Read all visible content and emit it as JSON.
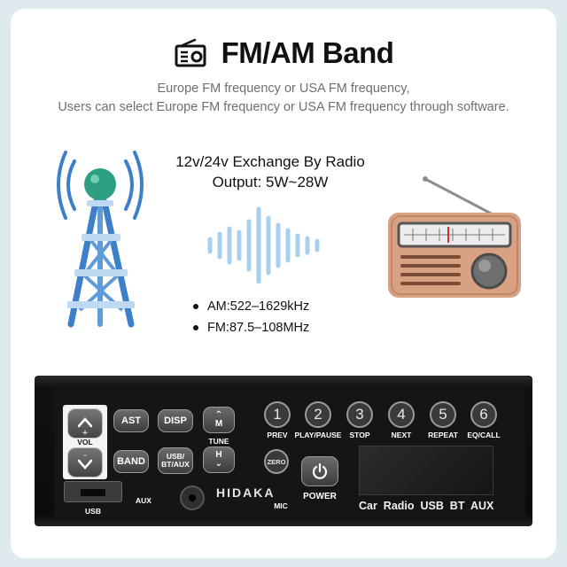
{
  "header": {
    "icon": "radio-icon",
    "title": "FM/AM Band"
  },
  "subtitle": {
    "line1": "Europe FM frequency or USA FM frequency,",
    "line2": "Users can select Europe FM frequency or USA FM frequency through software."
  },
  "specs": {
    "line1": "12v/24v Exchange By Radio",
    "line2": "Output: 5W~28W"
  },
  "bands": [
    "AM:522–1629kHz",
    "FM:87.5–108MHz"
  ],
  "unit": {
    "vol_label": "VOL",
    "ast_label": "AST",
    "disp_label": "DISP",
    "band_label": "BAND",
    "usb_bt_aux_label_1": "USB/",
    "usb_bt_aux_label_2": "BT/AUX",
    "tune_label": "TUNE",
    "m_label": "M",
    "h_label": "H",
    "usb_label": "USB",
    "aux_label": "AUX",
    "brand": "HIDAKA",
    "mic_label": "MIC",
    "zero_label": "ZERO",
    "power_label": "POWER",
    "presets": [
      {
        "num": "1",
        "label": "PREV"
      },
      {
        "num": "2",
        "label": "PLAY/PAUSE"
      },
      {
        "num": "3",
        "label": "STOP"
      },
      {
        "num": "4",
        "label": "NEXT"
      },
      {
        "num": "5",
        "label": "REPEAT"
      },
      {
        "num": "6",
        "label": "EQ/CALL"
      }
    ],
    "bottom_text": "Car  Radio  USB  BT  AUX"
  },
  "colors": {
    "tower_blue": "#3d7fc9",
    "tower_ball": "#2e9f82",
    "wave_blue": "#a9cfee",
    "radio_body": "#d9a184"
  }
}
